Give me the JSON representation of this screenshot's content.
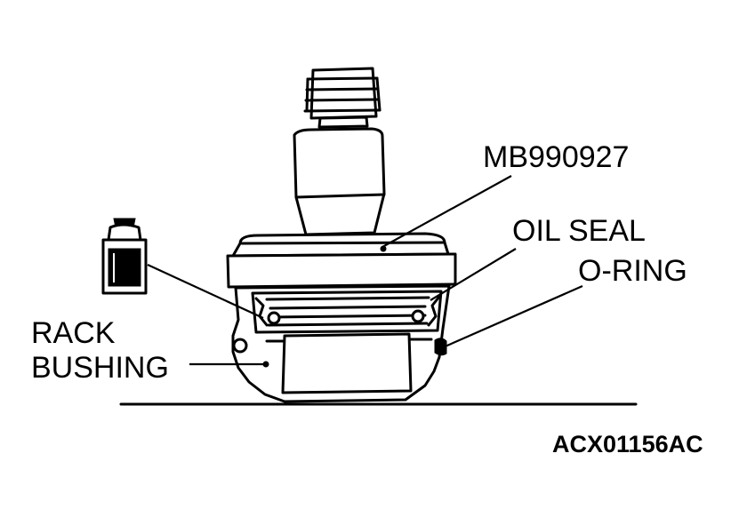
{
  "labels": {
    "tool": "MB990927",
    "oil_seal": "OIL SEAL",
    "o_ring": "O-RING",
    "rack": "RACK",
    "bushing": "BUSHING"
  },
  "figure_code": "ACX01156AC",
  "colors": {
    "ink": "#000000",
    "paper": "#ffffff"
  },
  "icons": [
    "grease-can-icon"
  ]
}
